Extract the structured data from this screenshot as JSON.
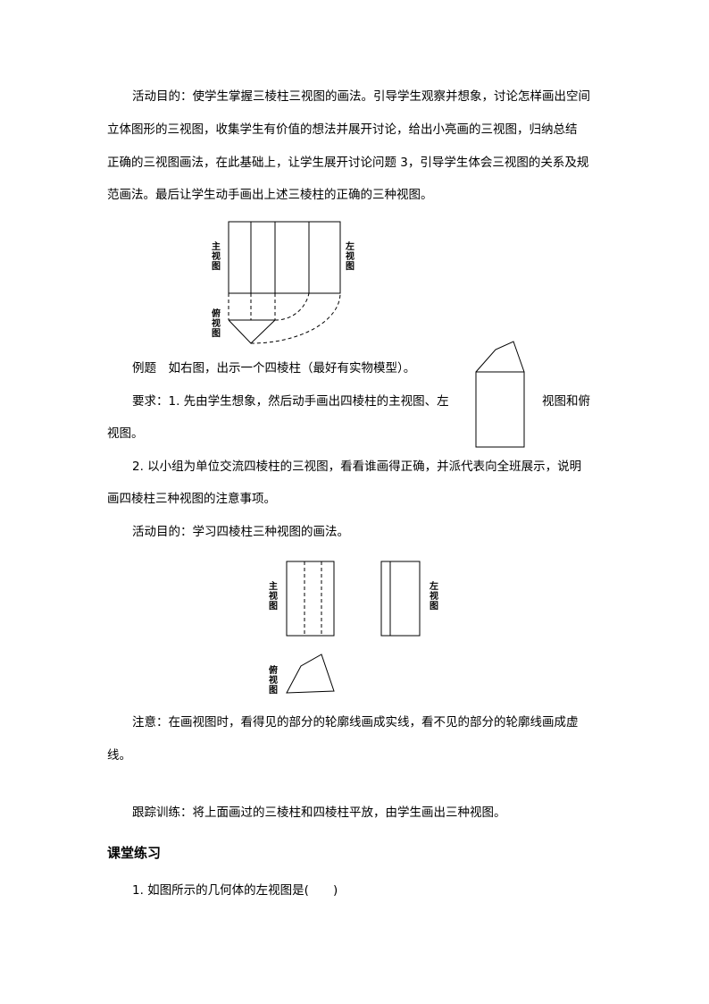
{
  "paragraph1": {
    "lines": [
      "活动目的：使学生掌握三棱柱三视图的画法。引导学生观察并想象，讨论怎样画出空间",
      "立体图形的三视图，收集学生有价值的想法并展开讨论，给出小亮画的三视图，归纳总结",
      "正确的三视图画法，在此基础上，让学生展开讨论问题 3，引导学生体会三视图的关系及规",
      "范画法。最后让学生动手画出上述三棱柱的正确的三种视图。"
    ]
  },
  "figure1": {
    "front_label": "主视图",
    "left_label": "左视图",
    "top_label": "俯视图"
  },
  "example": {
    "line1": "例题　如右图，出示一个四棱柱（最好有实物模型）。",
    "req_line1_a": "要求：1. 先由学生想象，然后动手画出四棱柱的主视图、左",
    "req_line1_b": "视图和俯",
    "req_line2": "视图。",
    "req_line3": "2. 以小组为单位交流四棱柱的三视图，看看谁画得正确，并派代表向全班展示，说明",
    "req_line4": "画四棱柱三种视图的注意事项。",
    "purpose": "活动目的：学习四棱柱三种视图的画法。"
  },
  "figure2": {
    "front_label": "主视图",
    "left_label": "左视图",
    "top_label": "俯视图"
  },
  "note": {
    "line1": "注意：在画视图时，看得见的部分的轮廓线画成实线，看不见的部分的轮廓线画成虚",
    "line2": "线。"
  },
  "training": "跟踪训练：将上面画过的三棱柱和四棱柱平放，由学生画出三种视图。",
  "section_title": "课堂练习",
  "question1": "1. 如图所示的几何体的左视图是(　　)"
}
